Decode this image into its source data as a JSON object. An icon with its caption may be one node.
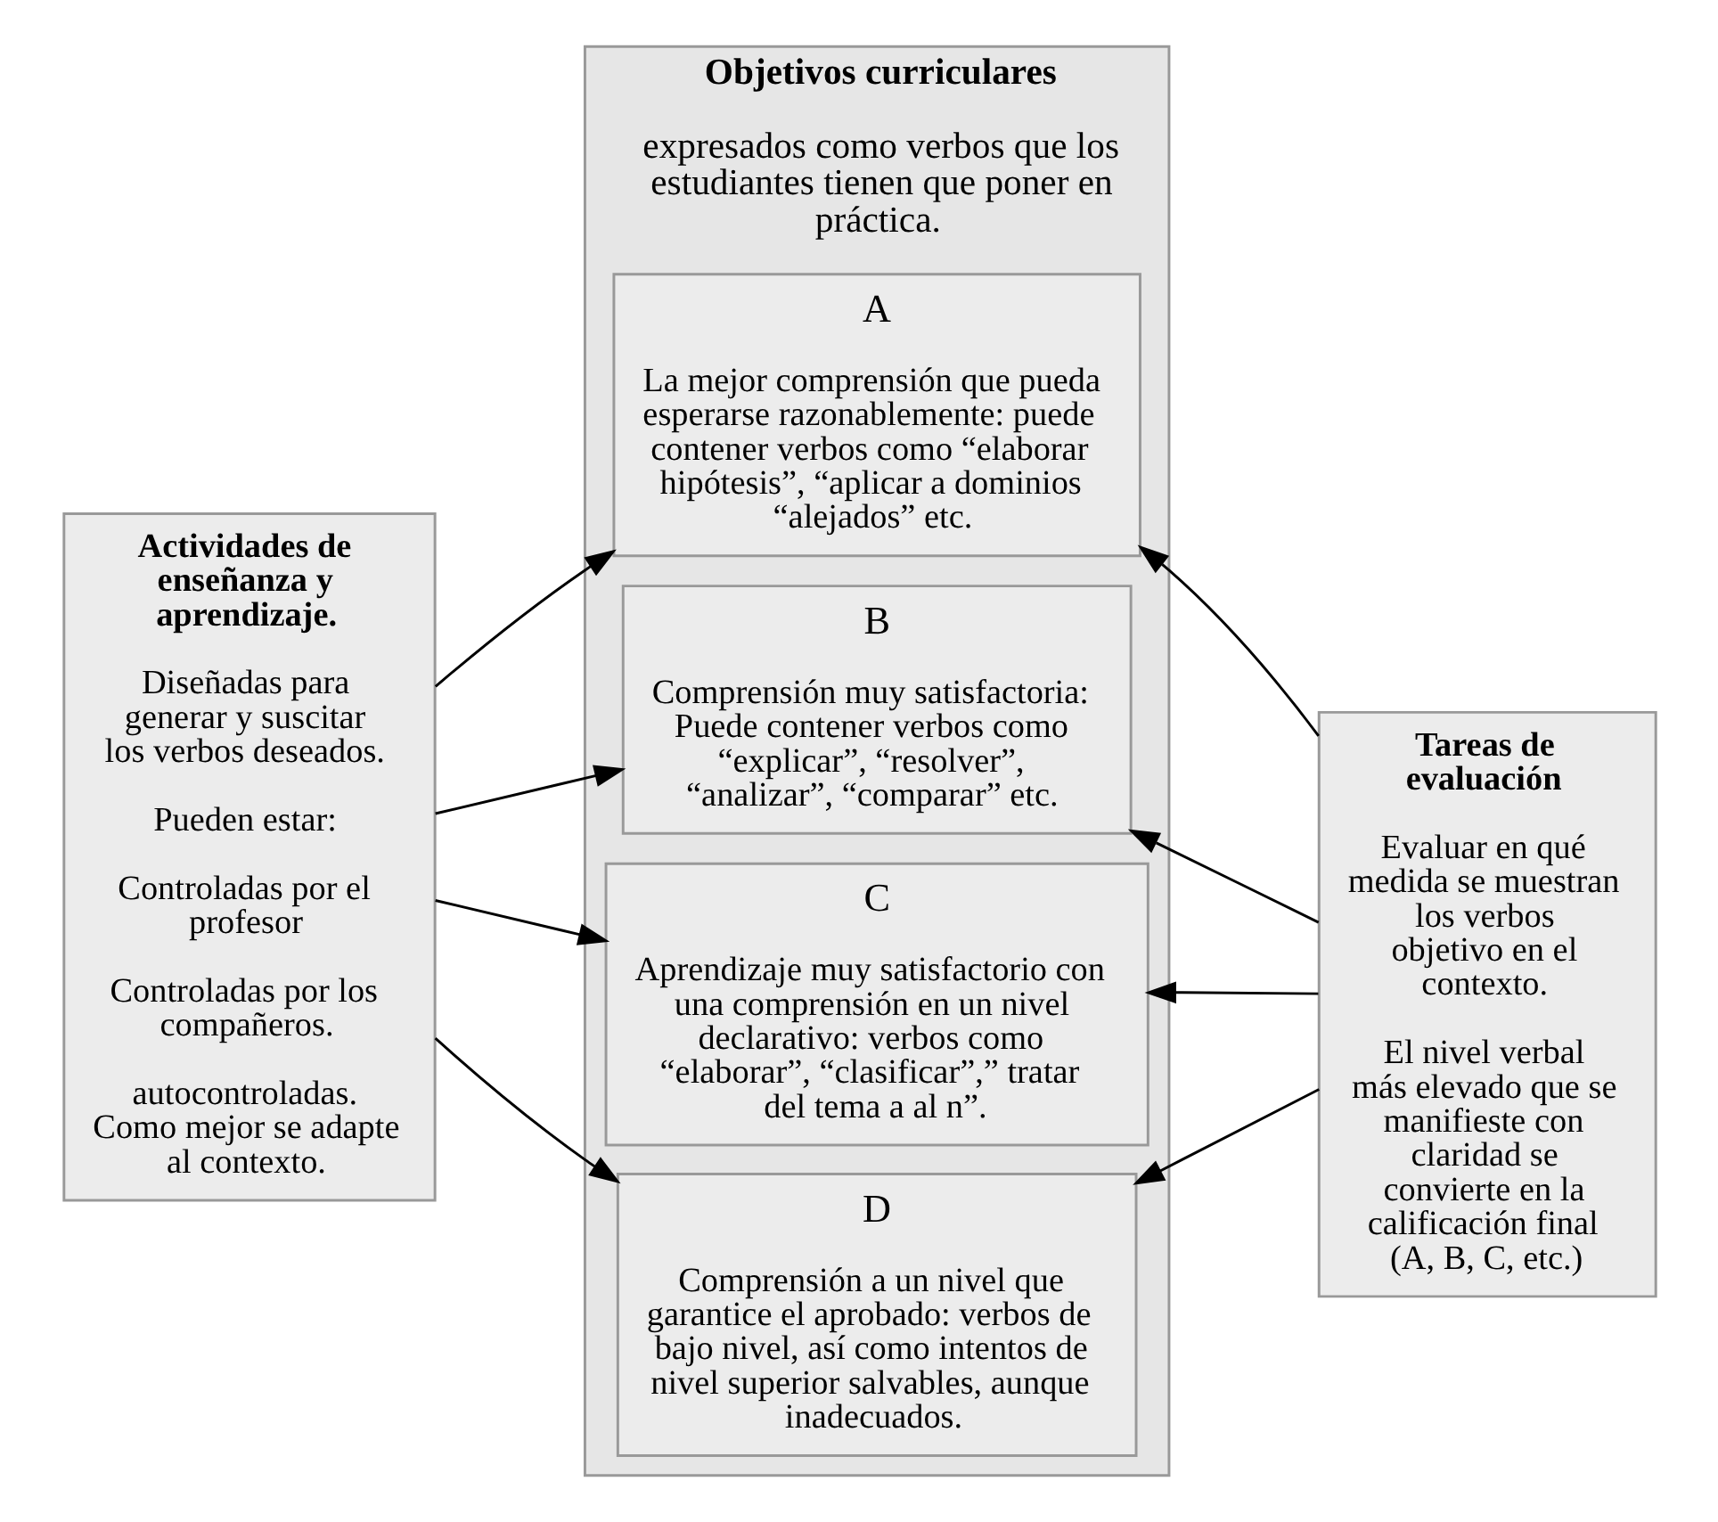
{
  "diagram": {
    "nodes": [
      {
        "text": [
          "Actividades de enseñanza y aprendizaje.",
          "Diseñadas para generar y suscitar los verbos deseados.",
          "Pueden estar:",
          "Controladas por el profesor",
          "Controladas por los compañeros.",
          "autocontroladas. Como mejor se adapte al contexto."
        ]
      },
      {
        "text": [
          "Objetivos curriculares",
          "expresados como verbos que los estudiantes tienen que poner en práctica."
        ]
      },
      {
        "text": [
          "A",
          "La mejor comprensión que pueda esperarse razonablemente: puede contener verbos como “elaborar hipótesis”, “aplicar a dominios “alejados” etc."
        ],
        "in": 1
      },
      {
        "text": [
          "B",
          "Comprensión muy satisfactoria: Puede contener verbos como “explicar”, “resolver”, “analizar”, “comparar” etc."
        ],
        "in": 1
      },
      {
        "text": [
          "C",
          "Aprendizaje muy satisfactorio con una comprensión en un nivel declarativo: verbos como “elaborar”, “clasificar”,” tratar del tema a al n”."
        ],
        "in": 1
      },
      {
        "text": [
          "D",
          "Comprensión a un nivel que garantice el aprobado: verbos de bajo nivel, así como intentos de nivel superior salvables, aunque inadecuados."
        ],
        "in": 1
      },
      {
        "text": [
          "Tareas de evaluación",
          "Evaluar en qué medida se muestran los verbos objetivo en el contexto.",
          "El nivel verbal más elevado que se manifieste con claridad se convierte en la calificación final (A, B, C, etc.)"
        ]
      }
    ],
    "edges": [
      {
        "from": 0,
        "to": 2,
        "arrow": "to"
      },
      {
        "from": 0,
        "to": 3,
        "arrow": "to"
      },
      {
        "from": 0,
        "to": 4,
        "arrow": "to"
      },
      {
        "from": 0,
        "to": 5,
        "arrow": "to"
      },
      {
        "from": 6,
        "to": 2,
        "arrow": "to"
      },
      {
        "from": 6,
        "to": 3,
        "arrow": "to"
      },
      {
        "from": 6,
        "to": 4,
        "arrow": "to"
      },
      {
        "from": 6,
        "to": 5,
        "arrow": "to"
      }
    ]
  }
}
